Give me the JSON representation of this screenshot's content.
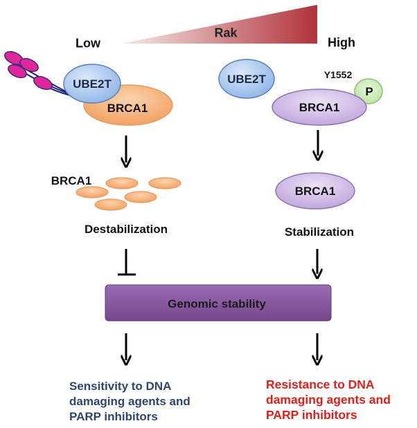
{
  "gradient": {
    "label": "Rak",
    "low_label": "Low",
    "high_label": "High",
    "color_light": "#f6e6e6",
    "color_dark": "#b23a3a"
  },
  "left": {
    "ube2t_label": "UBE2T",
    "brca1_label": "BRCA1",
    "fragments_label": "BRCA1",
    "destabilization_label": "Destabilization",
    "outcome_lines": [
      "Sensitivity to DNA",
      "damaging agents and",
      "PARP inhibitors"
    ],
    "outcome_color": "#2d4670"
  },
  "right": {
    "ube2t_label": "UBE2T",
    "site_label": "Y1552",
    "phospho_label": "P",
    "brca1_label": "BRCA1",
    "brca1_stable_label": "BRCA1",
    "stabilization_label": "Stabilization",
    "outcome_lines": [
      "Resistance to DNA",
      "damaging agents and",
      "PARP inhibitors"
    ],
    "outcome_color": "#e0201a"
  },
  "center_box": {
    "label": "Genomic stability",
    "color": "#8a5aa0"
  },
  "colors": {
    "ubiquitin": "#e0269b",
    "ube2t_fill": "#a9c9f0",
    "brca1_left_fill": "#f7b57f",
    "brca1_right_fill": "#cdb6e4",
    "phospho_fill": "#c8ecb0"
  }
}
